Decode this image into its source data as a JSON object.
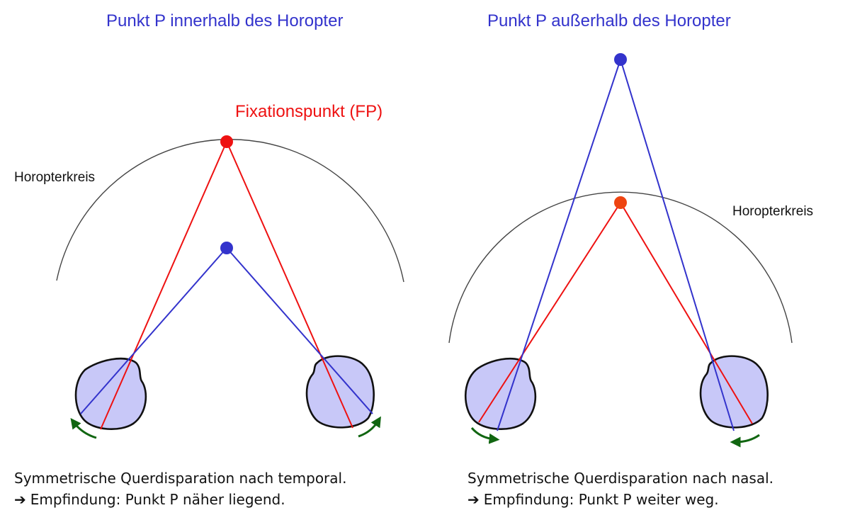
{
  "colors": {
    "title": "#3333cc",
    "fixation": "#ee1111",
    "point_p": "#3333cc",
    "eye_fill": "#c8c8f8",
    "rotation_arrow": "#116611",
    "horopter": "#444444"
  },
  "left_panel": {
    "title": "Punkt P innerhalb des Horopter",
    "fixation_label": "Fixationspunkt (FP)",
    "horopter_label": "Horopterkreis",
    "caption_line1": "Symmetrische Querdisparation nach temporal.",
    "caption_arrow": "➔",
    "caption_line2": "Empfindung: Punkt P näher liegend."
  },
  "right_panel": {
    "title": "Punkt P außerhalb des Horopter",
    "horopter_label": "Horopterkreis",
    "caption_line1": "Symmetrische Querdisparation nach nasal.",
    "caption_arrow": "➔",
    "caption_line2": "Empfindung: Punkt P weiter weg."
  }
}
